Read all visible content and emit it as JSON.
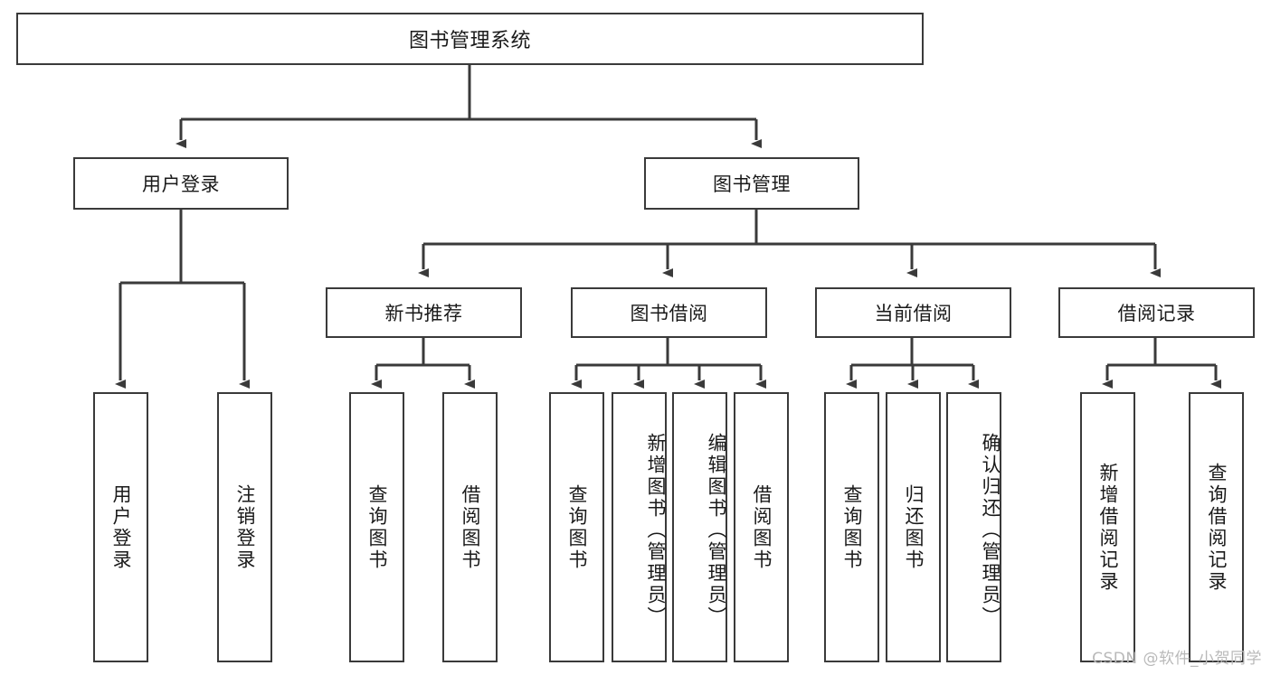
{
  "diagram": {
    "title": "图书管理系统",
    "type": "tree-hierarchy-chart",
    "watermark": "CSDN @软件_小贺同学",
    "stroke_color": "#3a3a3a",
    "fill_color": "#ffffff",
    "text_color": "#1a1a1a",
    "watermark_color": "#b9b9b9"
  },
  "nodes": {
    "root": {
      "label": "图书管理系统"
    },
    "level2": [
      {
        "id": "user-login",
        "label": "用户登录"
      },
      {
        "id": "book-manage",
        "label": "图书管理"
      }
    ],
    "level3": [
      {
        "id": "new-book-recommend",
        "label": "新书推荐"
      },
      {
        "id": "book-borrow",
        "label": "图书借阅"
      },
      {
        "id": "current-borrow",
        "label": "当前借阅"
      },
      {
        "id": "borrow-record",
        "label": "借阅记录"
      }
    ],
    "leaves": {
      "user_login": [
        {
          "id": "leaf-user-login",
          "label": "用户登录"
        },
        {
          "id": "leaf-logout-login",
          "label": "注销登录"
        }
      ],
      "new_book_recommend": [
        {
          "id": "leaf-query-book-1",
          "label": "查询图书"
        },
        {
          "id": "leaf-borrow-book-1",
          "label": "借阅图书"
        }
      ],
      "book_borrow": [
        {
          "id": "leaf-query-book-2",
          "label": "查询图书"
        },
        {
          "id": "leaf-add-book",
          "label": "新增图书（管理员）"
        },
        {
          "id": "leaf-edit-book",
          "label": "编辑图书（管理员）"
        },
        {
          "id": "leaf-borrow-book-2",
          "label": "借阅图书"
        }
      ],
      "current_borrow": [
        {
          "id": "leaf-query-book-3",
          "label": "查询图书"
        },
        {
          "id": "leaf-return-book",
          "label": "归还图书"
        },
        {
          "id": "leaf-confirm-return",
          "label": "确认归还（管理员）"
        }
      ],
      "borrow_record": [
        {
          "id": "leaf-add-record",
          "label": "新增借阅记录"
        },
        {
          "id": "leaf-query-record",
          "label": "查询借阅记录"
        }
      ]
    }
  }
}
